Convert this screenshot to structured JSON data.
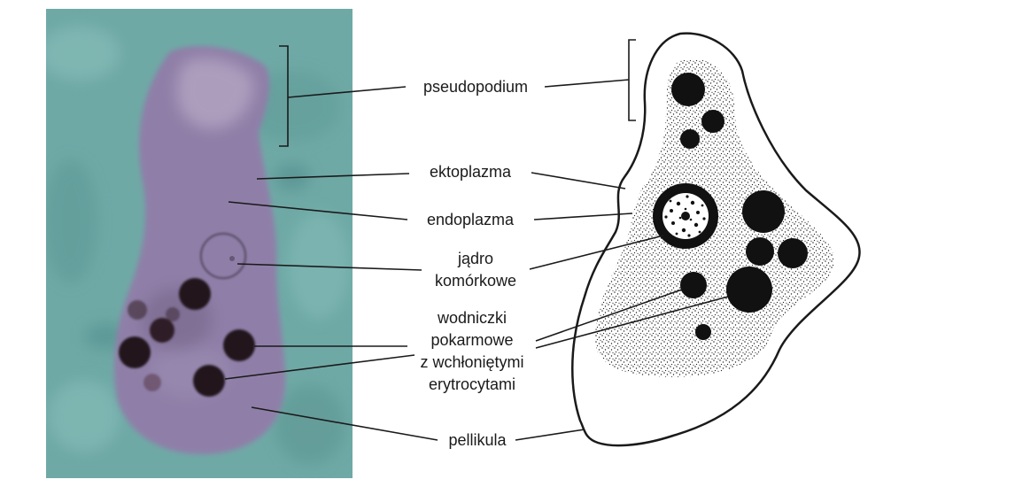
{
  "diagram": {
    "labels": {
      "pseudopodium": "pseudopodium",
      "ectoplasm": "ektoplazma",
      "endoplasm": "endoplazma",
      "nucleus_line1": "jądro",
      "nucleus_line2": "komórkowe",
      "vacuoles_line1": "wodniczki",
      "vacuoles_line2": "pokarmowe",
      "vacuoles_line3": "z wchłoniętymi",
      "vacuoles_line4": "erytrocytami",
      "pellicle": "pellikula"
    },
    "colors": {
      "photo_background": "#6fa9a6",
      "cell_body": "#8f7fa8",
      "vacuole": "#24181e",
      "line": "#1a1a1a",
      "drawing_fill": "#ffffff",
      "stipple": "#222222"
    }
  }
}
